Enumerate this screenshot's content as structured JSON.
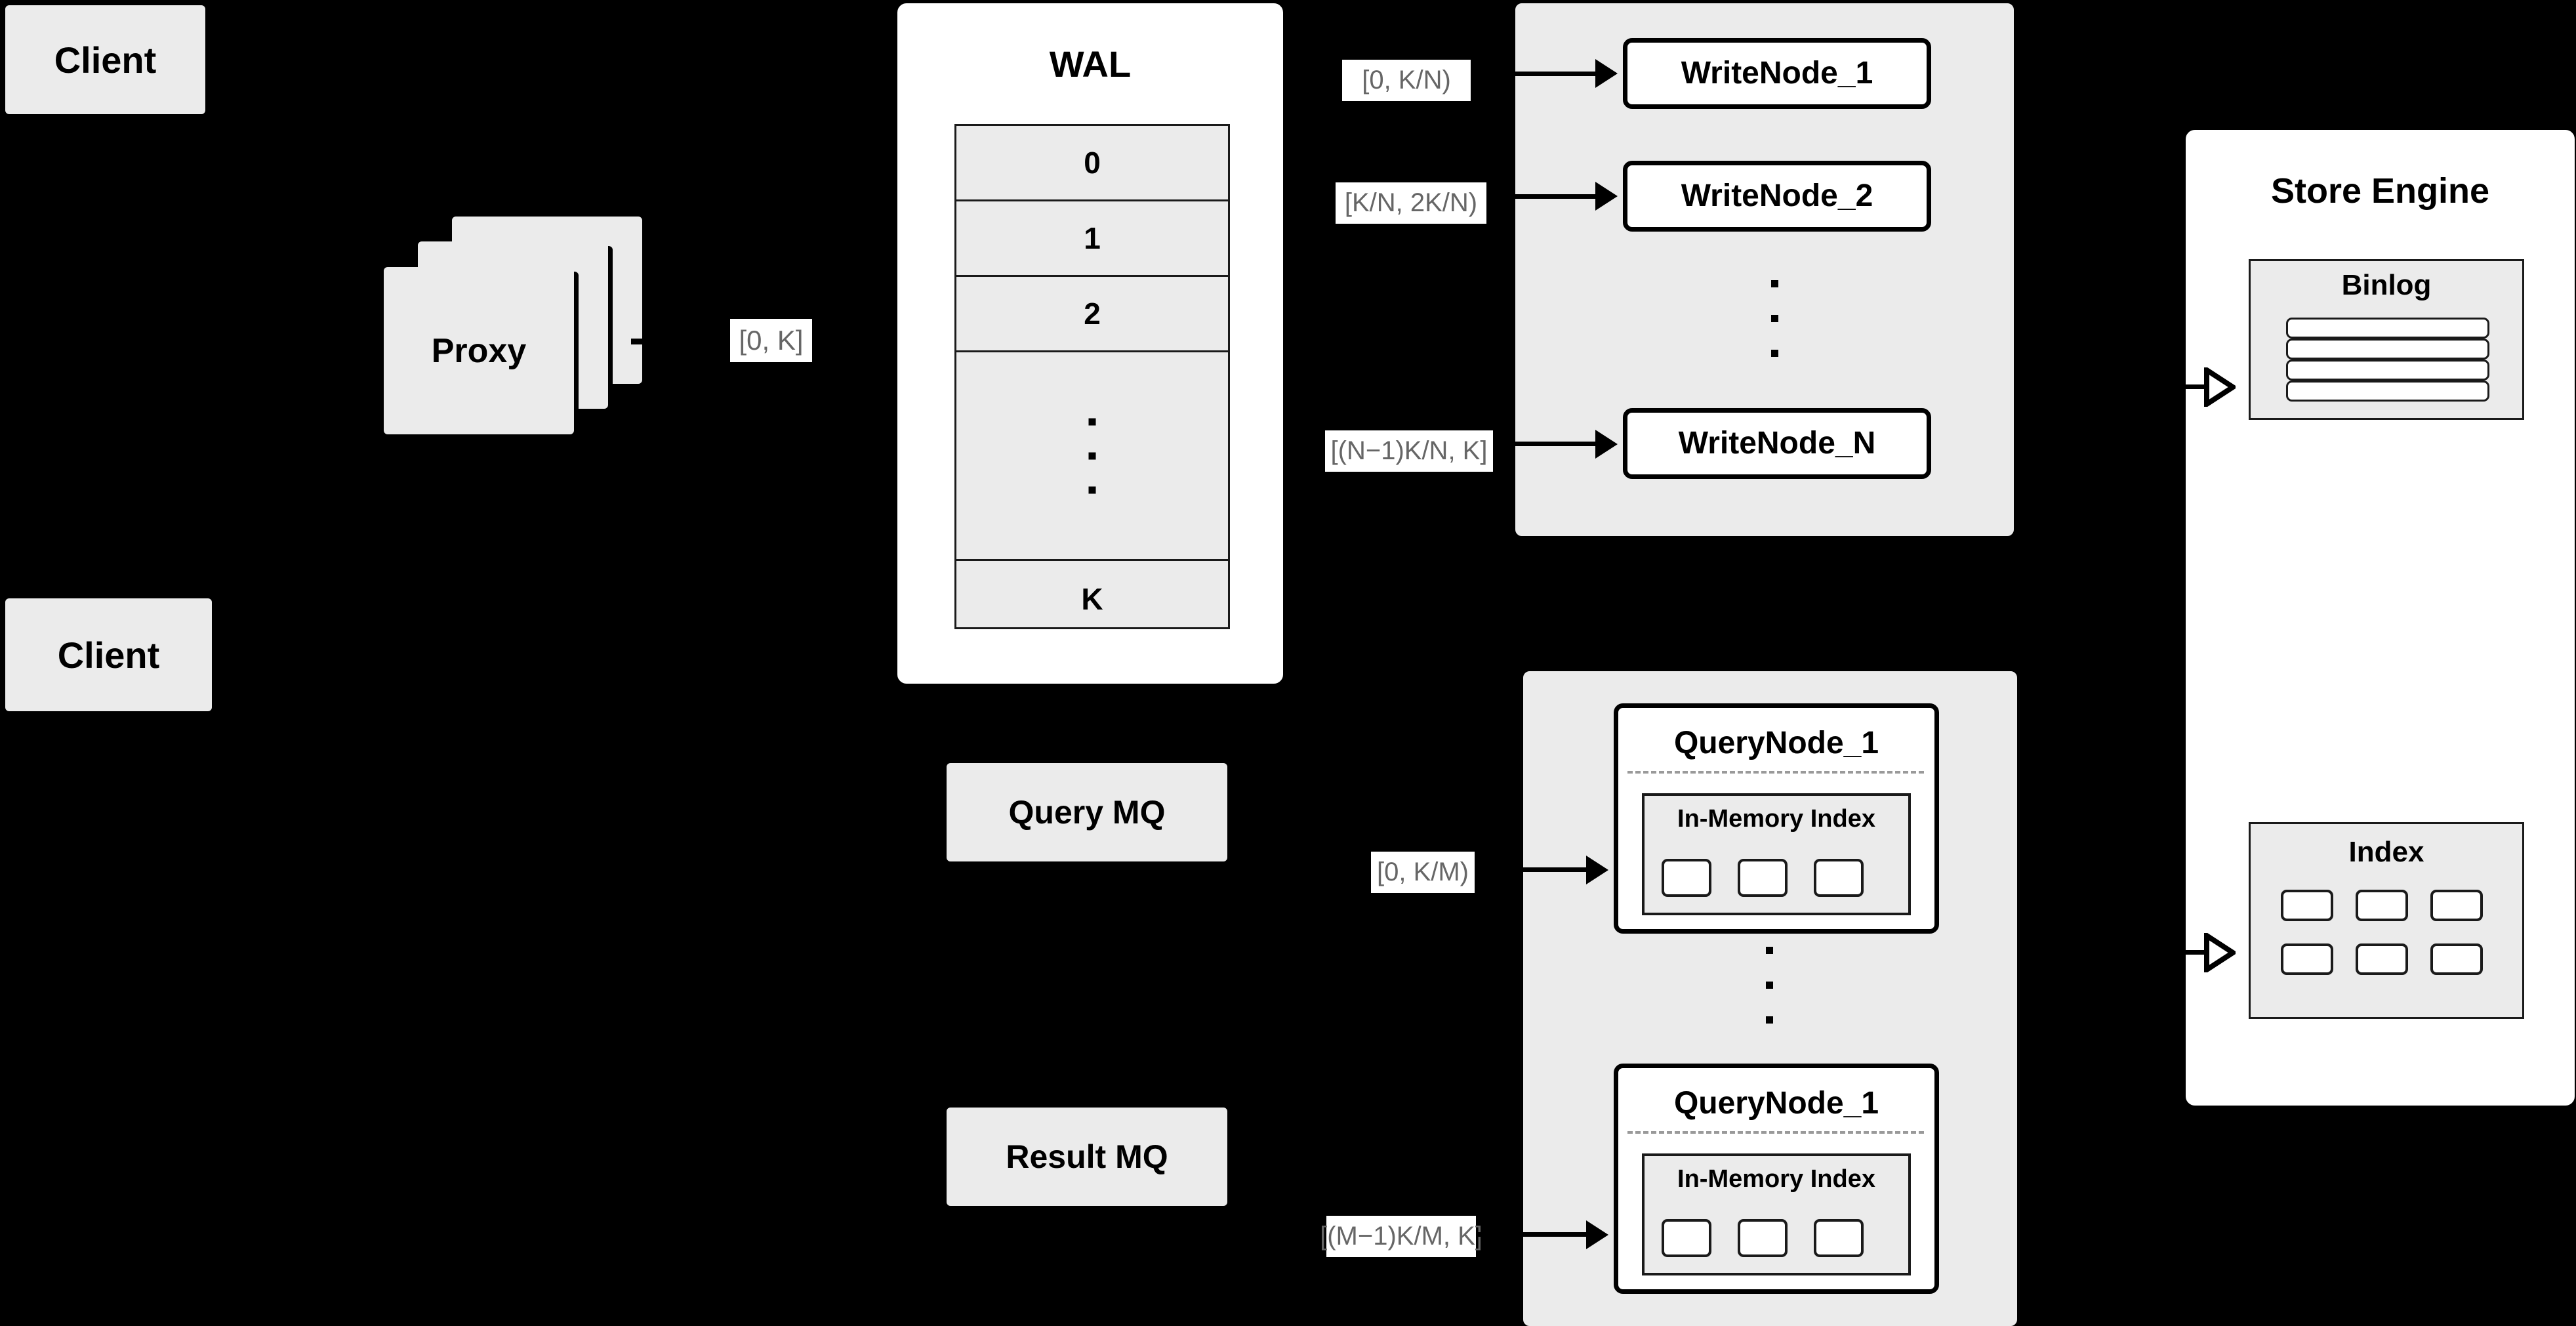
{
  "diagram": {
    "background_color": "#000000",
    "panel_gray": "#ebebeb",
    "panel_white": "#ffffff",
    "stroke_color": "#000000",
    "label_text_color": "#666666"
  },
  "clients": [
    {
      "label": "Client"
    },
    {
      "label": "Client"
    }
  ],
  "proxy": {
    "label": "Proxy",
    "stack_count": 3
  },
  "edge_labels": {
    "proxy_to_wal": "[0, K]",
    "write_node_1": "[0,  K/N)",
    "write_node_2": "[K/N, 2K/N)",
    "write_node_n": "[(N−1)K/N,  K]",
    "query_node_1": "[0, K/M)",
    "query_node_m": "[(M−1)K/M, K]"
  },
  "wal": {
    "title": "WAL",
    "rows": [
      "0",
      "1",
      "2",
      "⋮",
      "K"
    ]
  },
  "write_nodes": {
    "nodes": [
      {
        "label": "WriteNode_1"
      },
      {
        "label": "WriteNode_2"
      },
      {
        "label": "WriteNode_N"
      }
    ],
    "ellipsis": "⋮"
  },
  "message_queues": [
    {
      "label": "Query MQ"
    },
    {
      "label": "Result MQ"
    }
  ],
  "query_nodes": {
    "nodes": [
      {
        "label": "QueryNode_1",
        "index_title": "In-Memory Index",
        "index_cells": 3
      },
      {
        "label": "QueryNode_1",
        "index_title": "In-Memory Index",
        "index_cells": 3
      }
    ],
    "ellipsis": "⋮"
  },
  "store_engine": {
    "title": "Store Engine",
    "binlog": {
      "title": "Binlog",
      "rows": 4
    },
    "index": {
      "title": "Index",
      "cells": 6
    }
  }
}
